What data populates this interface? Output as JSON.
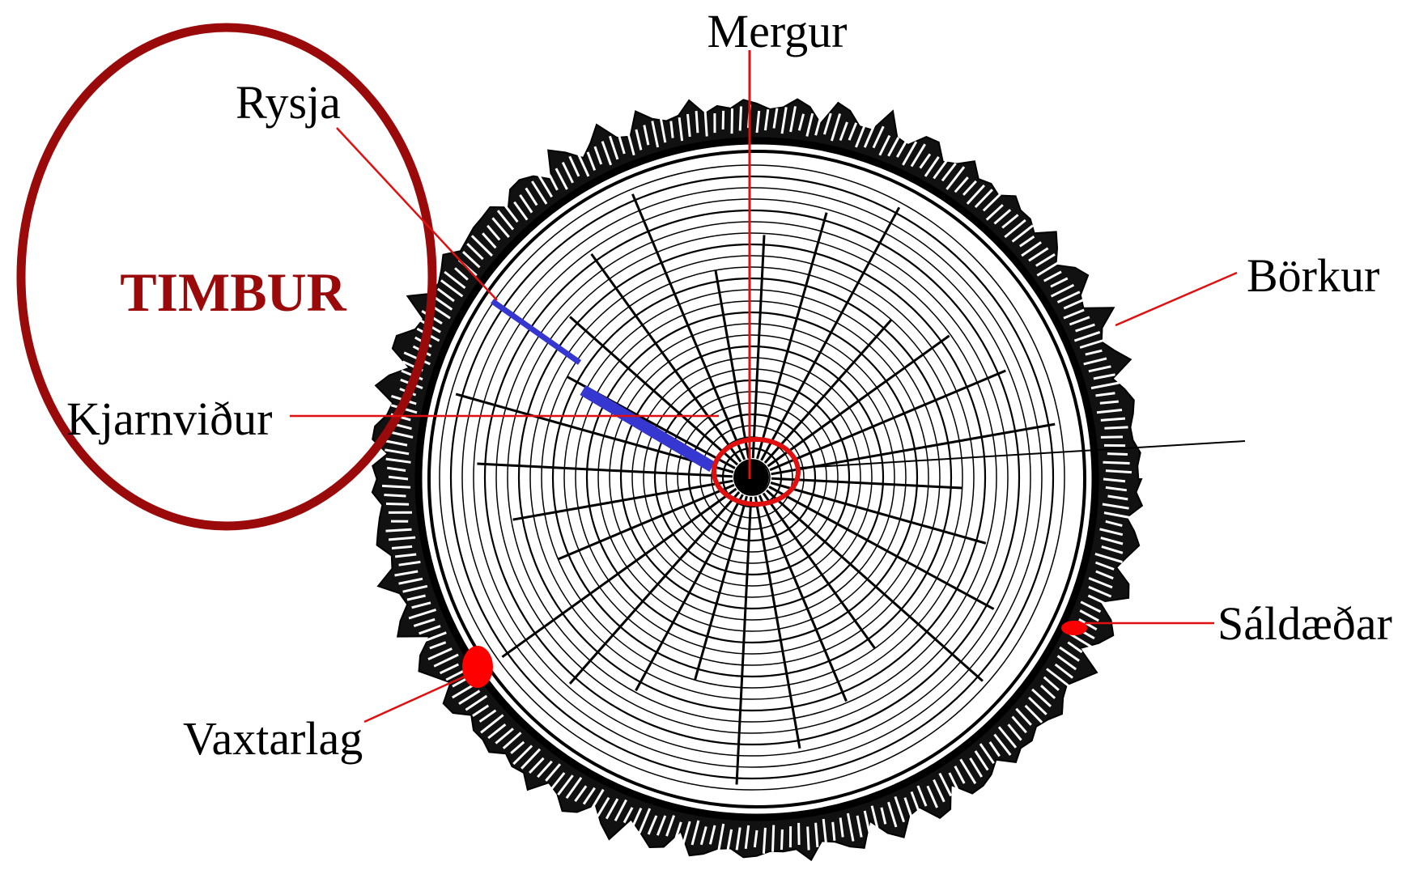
{
  "diagram": {
    "title": "TIMBUR",
    "labels": {
      "mergur": "Mergur",
      "rysja": "Rysja",
      "borkur": "Börkur",
      "kjarnvidur": "Kjarnviður",
      "saldaedar": "Sáldæðar",
      "vaxtarlag": "Vaxtarlag"
    },
    "colors": {
      "title": "#9b0a0a",
      "leader": "#e01010",
      "highlight_ring": "#e01010",
      "rysja_bar": "#3636d0",
      "marker": "#ff0000",
      "wood_line": "#000000"
    }
  }
}
